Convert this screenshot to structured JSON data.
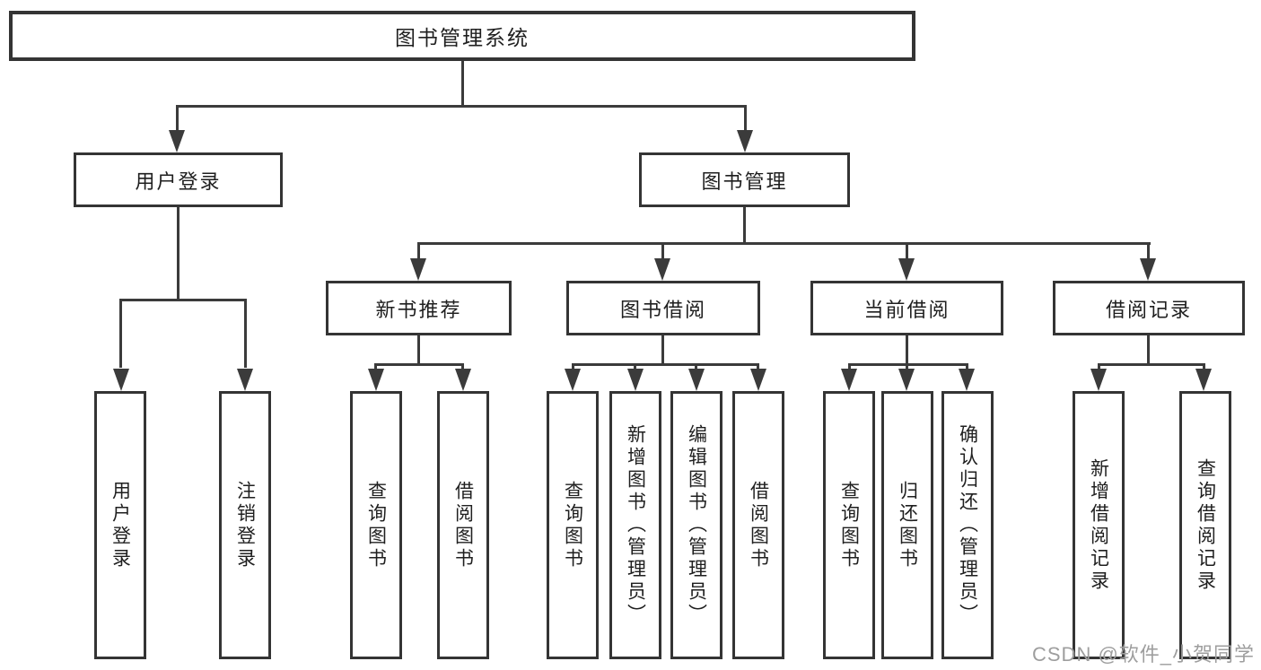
{
  "diagram": {
    "type": "hierarchy-tree",
    "orientation": "top-down",
    "tree": {
      "label": "图书管理系统",
      "children": [
        {
          "label": "用户登录",
          "children": [
            {
              "label": "用户登录"
            },
            {
              "label": "注销登录"
            }
          ]
        },
        {
          "label": "图书管理",
          "children": [
            {
              "label": "新书推荐",
              "children": [
                {
                  "label": "查询图书"
                },
                {
                  "label": "借阅图书"
                }
              ]
            },
            {
              "label": "图书借阅",
              "children": [
                {
                  "label": "查询图书"
                },
                {
                  "label": "新增图书（管理员）"
                },
                {
                  "label": "编辑图书（管理员）"
                },
                {
                  "label": "借阅图书"
                }
              ]
            },
            {
              "label": "当前借阅",
              "children": [
                {
                  "label": "查询图书"
                },
                {
                  "label": "归还图书"
                },
                {
                  "label": "确认归还（管理员）"
                }
              ]
            },
            {
              "label": "借阅记录",
              "children": [
                {
                  "label": "新增借阅记录"
                },
                {
                  "label": "查询借阅记录"
                }
              ]
            }
          ]
        }
      ]
    },
    "colors": {
      "line": "#3b3b3b",
      "box_border": "#343434",
      "box_fill": "#ffffff",
      "text": "#1f1f1f",
      "watermark": "#9e9e9e",
      "background": "#ffffff"
    }
  },
  "watermark": {
    "text": "CSDN @软件_小贺同学"
  }
}
